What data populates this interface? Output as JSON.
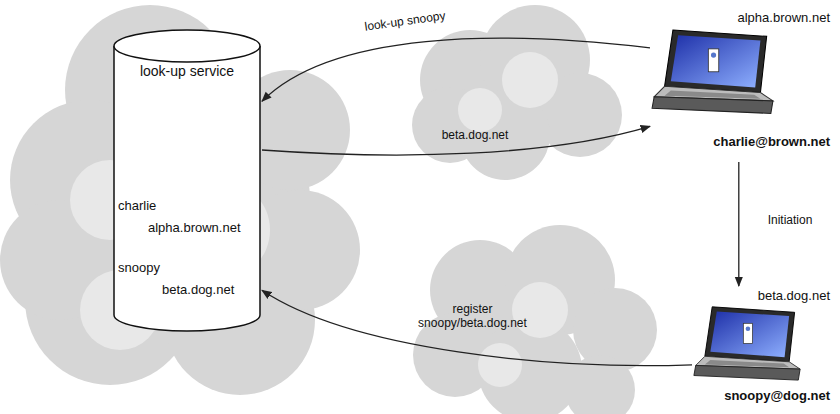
{
  "diagram": {
    "nodes": [
      {
        "text": [
          "look-up service",
          "charlie",
          "alpha.brown.net",
          "snoopy",
          "beta.dog.net"
        ]
      },
      {
        "text": [
          "alpha.brown.net",
          "charlie@brown.net"
        ]
      },
      {
        "text": [
          "beta.dog.net",
          "snoopy@dog.net"
        ]
      }
    ],
    "edges": [
      {
        "from": 1,
        "to": 0,
        "arrow": "to",
        "label": "look-up snoopy"
      },
      {
        "from": 0,
        "to": 1,
        "arrow": "to",
        "label": "beta.dog.net"
      },
      {
        "from": 1,
        "to": 2,
        "arrow": "to",
        "label": "Initiation"
      },
      {
        "from": 2,
        "to": 0,
        "arrow": "to",
        "label": "register snoopy/beta.dog.net"
      }
    ]
  }
}
